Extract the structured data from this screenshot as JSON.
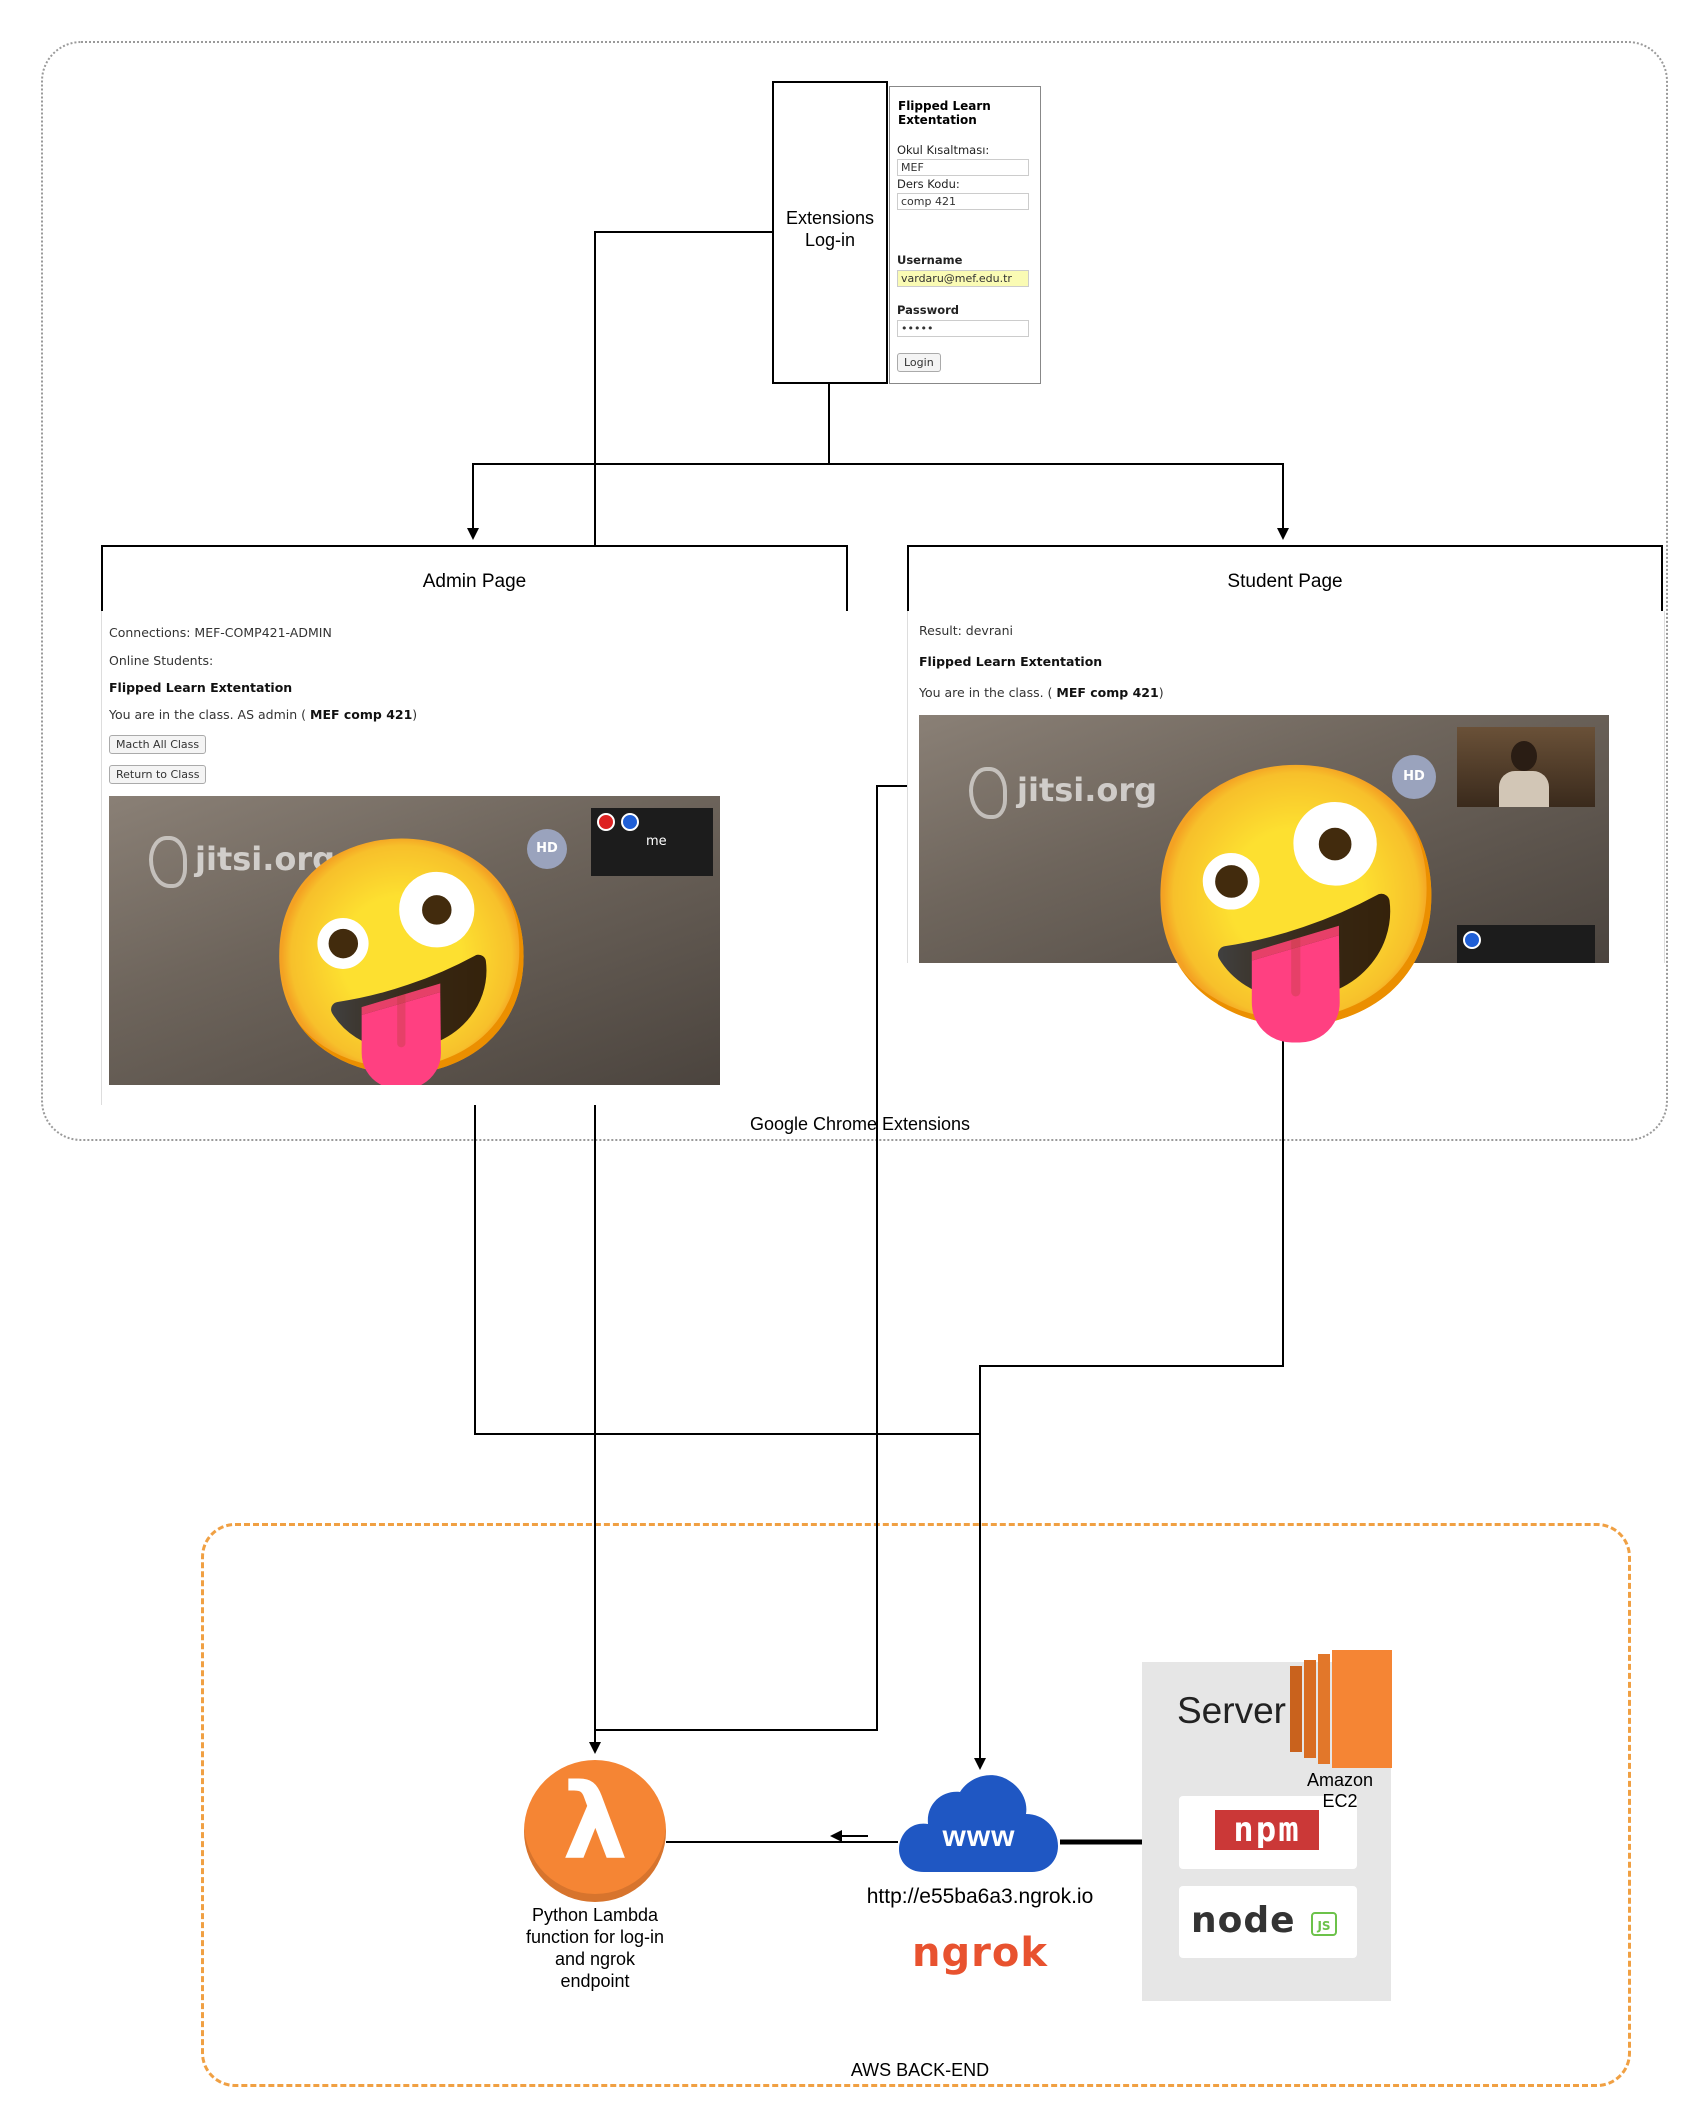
{
  "groups": {
    "chrome_label": "Google Chrome Extensions",
    "aws_label": "AWS BACK-END"
  },
  "extension_login": {
    "label": "Extensions Log-in",
    "popup": {
      "title": "Flipped Learn Extentation",
      "school_label": "Okul Kısaltması:",
      "school_value": "MEF",
      "course_label": "Ders Kodu:",
      "course_value": "comp 421",
      "username_label": "Username",
      "username_value": "vardaru@mef.edu.tr",
      "password_label": "Password",
      "password_value": "•••••",
      "login_button": "Login"
    }
  },
  "admin_page": {
    "title": "Admin Page",
    "connections": "Connections: MEF-COMP421-ADMIN",
    "online_students": "Online Students:",
    "app_title": "Flipped Learn Extentation",
    "status_prefix": "You are in the class. AS admin ( ",
    "status_bold": "MEF comp 421",
    "status_suffix": ")",
    "match_button": "Macth All Class",
    "return_button": "Return to Class",
    "video": {
      "brand": "jitsi.org",
      "hd": "HD",
      "thumb_label": "me",
      "emoji": "🤪"
    }
  },
  "student_page": {
    "title": "Student Page",
    "result": "Result: devrani",
    "app_title": "Flipped Learn Extentation",
    "status_prefix": "You are in the class. ( ",
    "status_bold": "MEF comp 421",
    "status_suffix": ")",
    "video": {
      "brand": "jitsi.org",
      "hd": "HD",
      "emoji": "🤪"
    }
  },
  "lambda": {
    "symbol": "λ",
    "label_lines": [
      "Python Lambda",
      "function for log-in",
      "and ngrok",
      "endpoint"
    ],
    "color": "#f58534"
  },
  "ngrok": {
    "cloud_text": "www",
    "cloud_color": "#1f57c3",
    "url": "http://e55ba6a3.ngrok.io",
    "logo_text": "ngrok",
    "logo_color": "#e8522f"
  },
  "server": {
    "title": "Server",
    "ec2_label_lines": [
      "Amazon",
      "EC2"
    ],
    "ec2_color": "#f58534",
    "npm_logo": "npm",
    "npm_color": "#cb3837",
    "node_logo": "node",
    "node_badge": "JS",
    "node_color": "#6cc24a"
  }
}
